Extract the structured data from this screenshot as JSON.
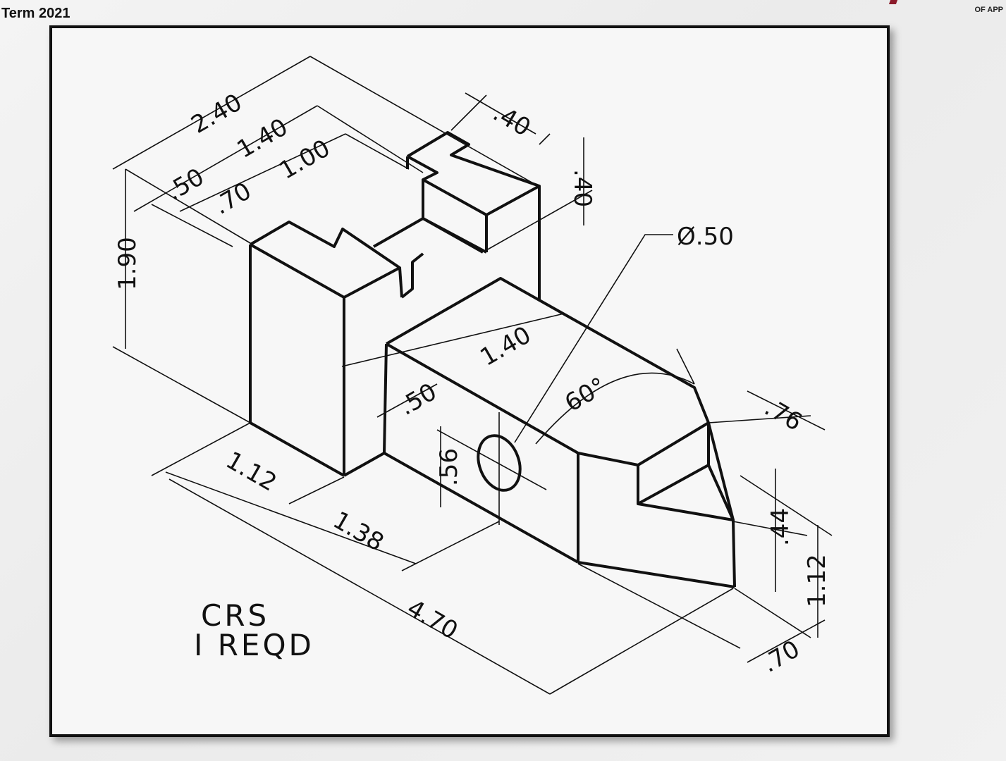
{
  "header": {
    "term": "Term 2021",
    "corner_text": "OF APP"
  },
  "drawing": {
    "dimensions": {
      "d240": "2.40",
      "d140_top": "1.40",
      "d100": "1.00",
      "d050_top": ".50",
      "d070_top": ".70",
      "d190": "1.90",
      "d040_a": ".40",
      "d040_b": ".40",
      "dia050": "Ø.50",
      "d140_front": "1.40",
      "d050_front": ".50",
      "d060deg": "60°",
      "d056": ".56",
      "d076": ".76",
      "d044": ".44",
      "d112_right": "1.12",
      "d070_bottom": ".70",
      "d112_bottom": "1.12",
      "d138": "1.38",
      "d470": "4.70"
    },
    "notes": {
      "line1": "CRS",
      "line2": "I REQD"
    }
  }
}
